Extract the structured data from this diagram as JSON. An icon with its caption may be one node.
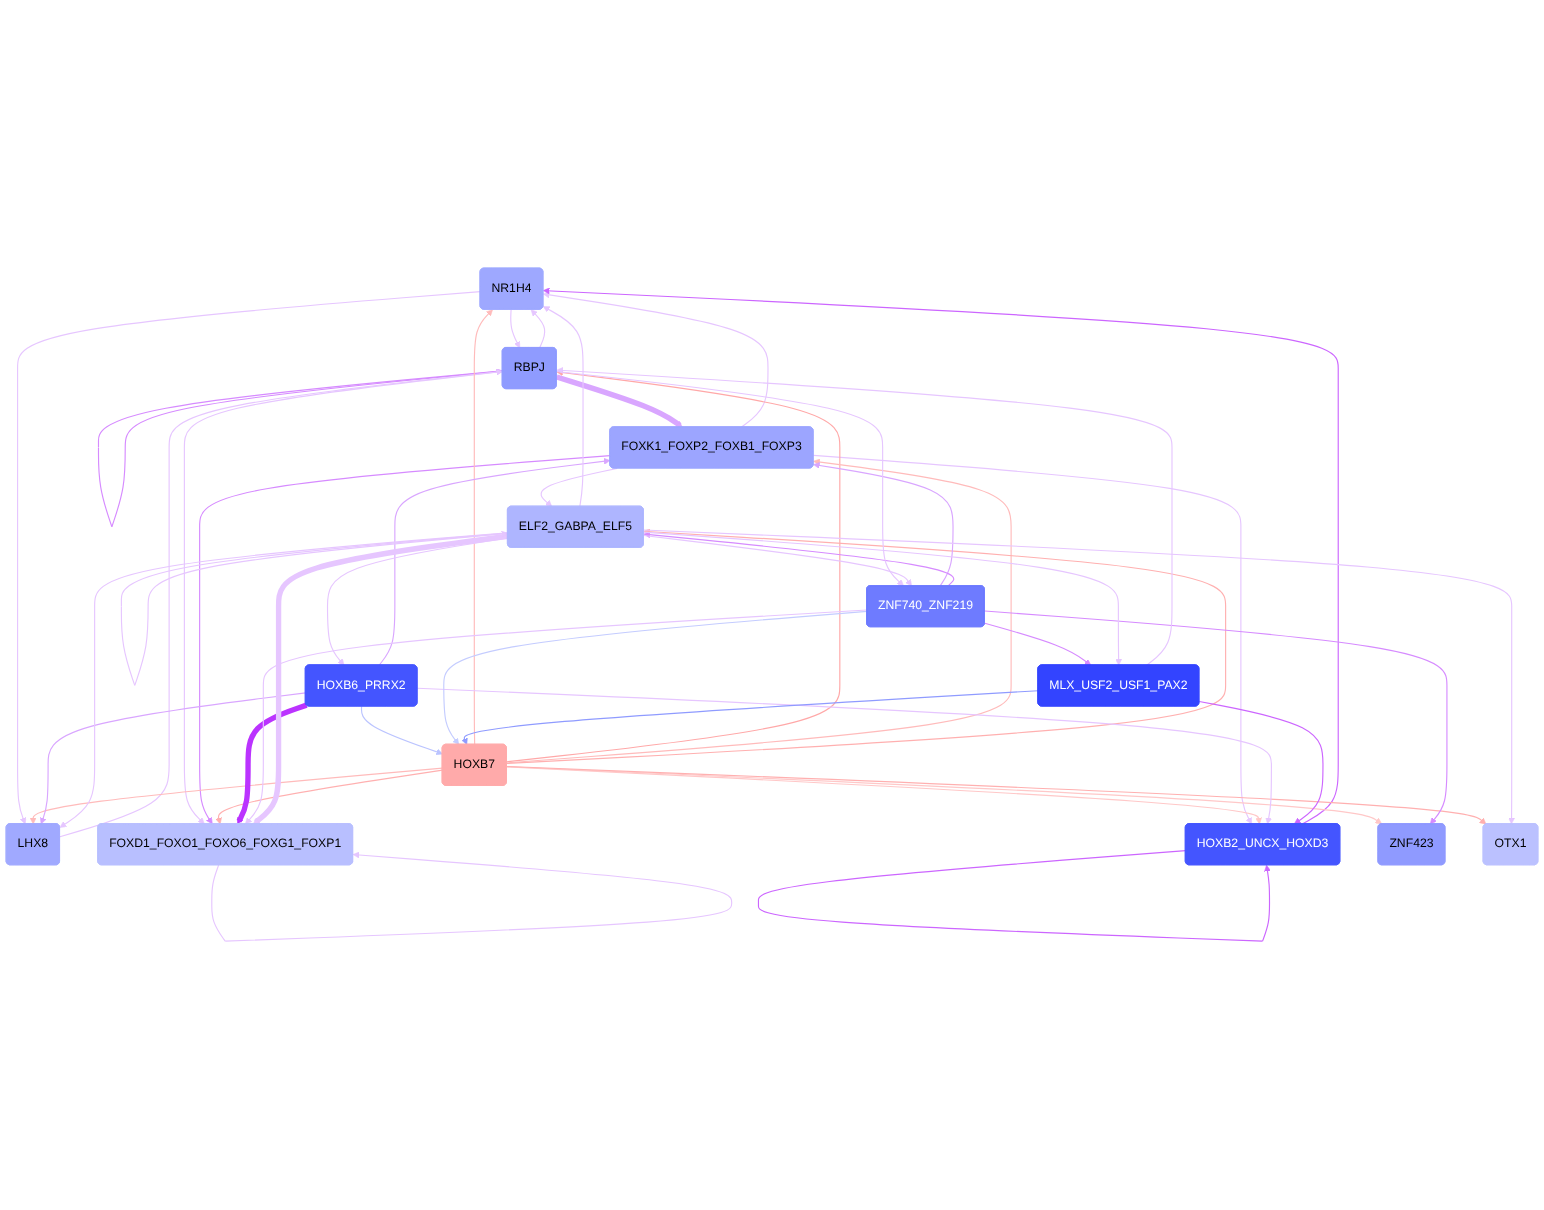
{
  "diagram": {
    "nodes": [
      {
        "text": [
          "NR1H4"
        ]
      },
      {
        "text": [
          "RBPJ"
        ]
      },
      {
        "text": [
          "LHX8"
        ]
      },
      {
        "text": [
          "FOXD1_FOXO1_FOXO6_FOXG1_FOXP1"
        ]
      },
      {
        "text": [
          "FOXK1_FOXP2_FOXB1_FOXP3"
        ]
      },
      {
        "text": [
          "HOXB2_UNCX_HOXD3"
        ]
      },
      {
        "text": [
          "HOXB7"
        ]
      },
      {
        "text": [
          "ZNF423"
        ]
      },
      {
        "text": [
          "HOXB6_PRRX2"
        ]
      },
      {
        "text": [
          "ELF2_GABPA_ELF5"
        ]
      },
      {
        "text": [
          "ZNF740_ZNF219"
        ]
      },
      {
        "text": [
          "OTX1"
        ]
      },
      {
        "text": [
          "MLX_USF2_USF1_PAX2"
        ]
      }
    ],
    "edges": [
      {
        "from": 0,
        "to": 1,
        "arrow": "to"
      },
      {
        "from": 1,
        "to": 0,
        "arrow": "to"
      },
      {
        "from": 1,
        "to": 1,
        "arrow": "to",
        "color": "#d68bff"
      },
      {
        "from": 0,
        "to": 2,
        "arrow": "to"
      },
      {
        "from": 2,
        "to": 1,
        "arrow": "to"
      },
      {
        "from": 1,
        "to": 3,
        "arrow": "to"
      },
      {
        "from": 3,
        "to": 3,
        "arrow": "to"
      },
      {
        "from": 1,
        "to": 4,
        "arrow": "to",
        "style": "thick",
        "color": "#d9a6ff"
      },
      {
        "from": 4,
        "to": 0,
        "arrow": "to"
      },
      {
        "from": 4,
        "to": 3,
        "arrow": "to",
        "color": "#d68bff"
      },
      {
        "from": 4,
        "to": 5,
        "arrow": "to"
      },
      {
        "from": 4,
        "to": 9,
        "arrow": "to"
      },
      {
        "from": 5,
        "to": 5,
        "arrow": "to",
        "color": "#cc66ff"
      },
      {
        "from": 5,
        "to": 0,
        "arrow": "to",
        "color": "#cc66ff"
      },
      {
        "from": 6,
        "to": 0,
        "arrow": "to",
        "color": "#ffbbbb"
      },
      {
        "from": 6,
        "to": 1,
        "arrow": "to",
        "color": "#ffa8a8"
      },
      {
        "from": 6,
        "to": 2,
        "arrow": "to",
        "color": "#ffbbbb"
      },
      {
        "from": 6,
        "to": 4,
        "arrow": "to",
        "color": "#ffbbbb"
      },
      {
        "from": 6,
        "to": 3,
        "arrow": "to",
        "color": "#ffb0b0"
      },
      {
        "from": 6,
        "to": 5,
        "arrow": "to",
        "color": "#ffc8c8"
      },
      {
        "from": 6,
        "to": 7,
        "arrow": "to",
        "color": "#ffc8c8"
      },
      {
        "from": 6,
        "to": 9,
        "arrow": "to",
        "color": "#ffb0b0"
      },
      {
        "from": 6,
        "to": 11,
        "arrow": "to",
        "color": "#ffb0b0"
      },
      {
        "from": 8,
        "to": 2,
        "arrow": "to",
        "color": "#d9a6ff"
      },
      {
        "from": 8,
        "to": 4,
        "arrow": "to",
        "color": "#d9a6ff"
      },
      {
        "from": 8,
        "to": 3,
        "arrow": "to",
        "style": "thick",
        "color": "#bb33ff"
      },
      {
        "from": 8,
        "to": 6,
        "arrow": "to",
        "color": "#bbc4ff"
      },
      {
        "from": 8,
        "to": 5,
        "arrow": "to"
      },
      {
        "from": 10,
        "to": 6,
        "arrow": "to",
        "color": "#c4ccff"
      },
      {
        "from": 10,
        "to": 4,
        "arrow": "to",
        "color": "#d9a6ff"
      },
      {
        "from": 10,
        "to": 7,
        "arrow": "to",
        "color": "#d68bff"
      },
      {
        "from": 10,
        "to": 9,
        "arrow": "to",
        "color": "#d68bff"
      },
      {
        "from": 10,
        "to": 12,
        "arrow": "to",
        "color": "#d68bff"
      },
      {
        "from": 10,
        "to": 3,
        "arrow": "to"
      },
      {
        "from": 1,
        "to": 10,
        "arrow": "to"
      },
      {
        "from": 12,
        "to": 6,
        "arrow": "to",
        "color": "#8f9bff"
      },
      {
        "from": 12,
        "to": 5,
        "arrow": "to",
        "color": "#cc66ff"
      },
      {
        "from": 12,
        "to": 1,
        "arrow": "to"
      },
      {
        "from": 9,
        "to": 3,
        "arrow": "to",
        "style": "thick"
      },
      {
        "from": 9,
        "to": 2,
        "arrow": "to"
      },
      {
        "from": 9,
        "to": 0,
        "arrow": "to"
      },
      {
        "from": 9,
        "to": 8,
        "arrow": "to"
      },
      {
        "from": 9,
        "to": 10,
        "arrow": "to"
      },
      {
        "from": 9,
        "to": 9,
        "arrow": "to"
      },
      {
        "from": 9,
        "to": 11,
        "arrow": "to"
      },
      {
        "from": 9,
        "to": 12,
        "arrow": "to"
      }
    ]
  }
}
